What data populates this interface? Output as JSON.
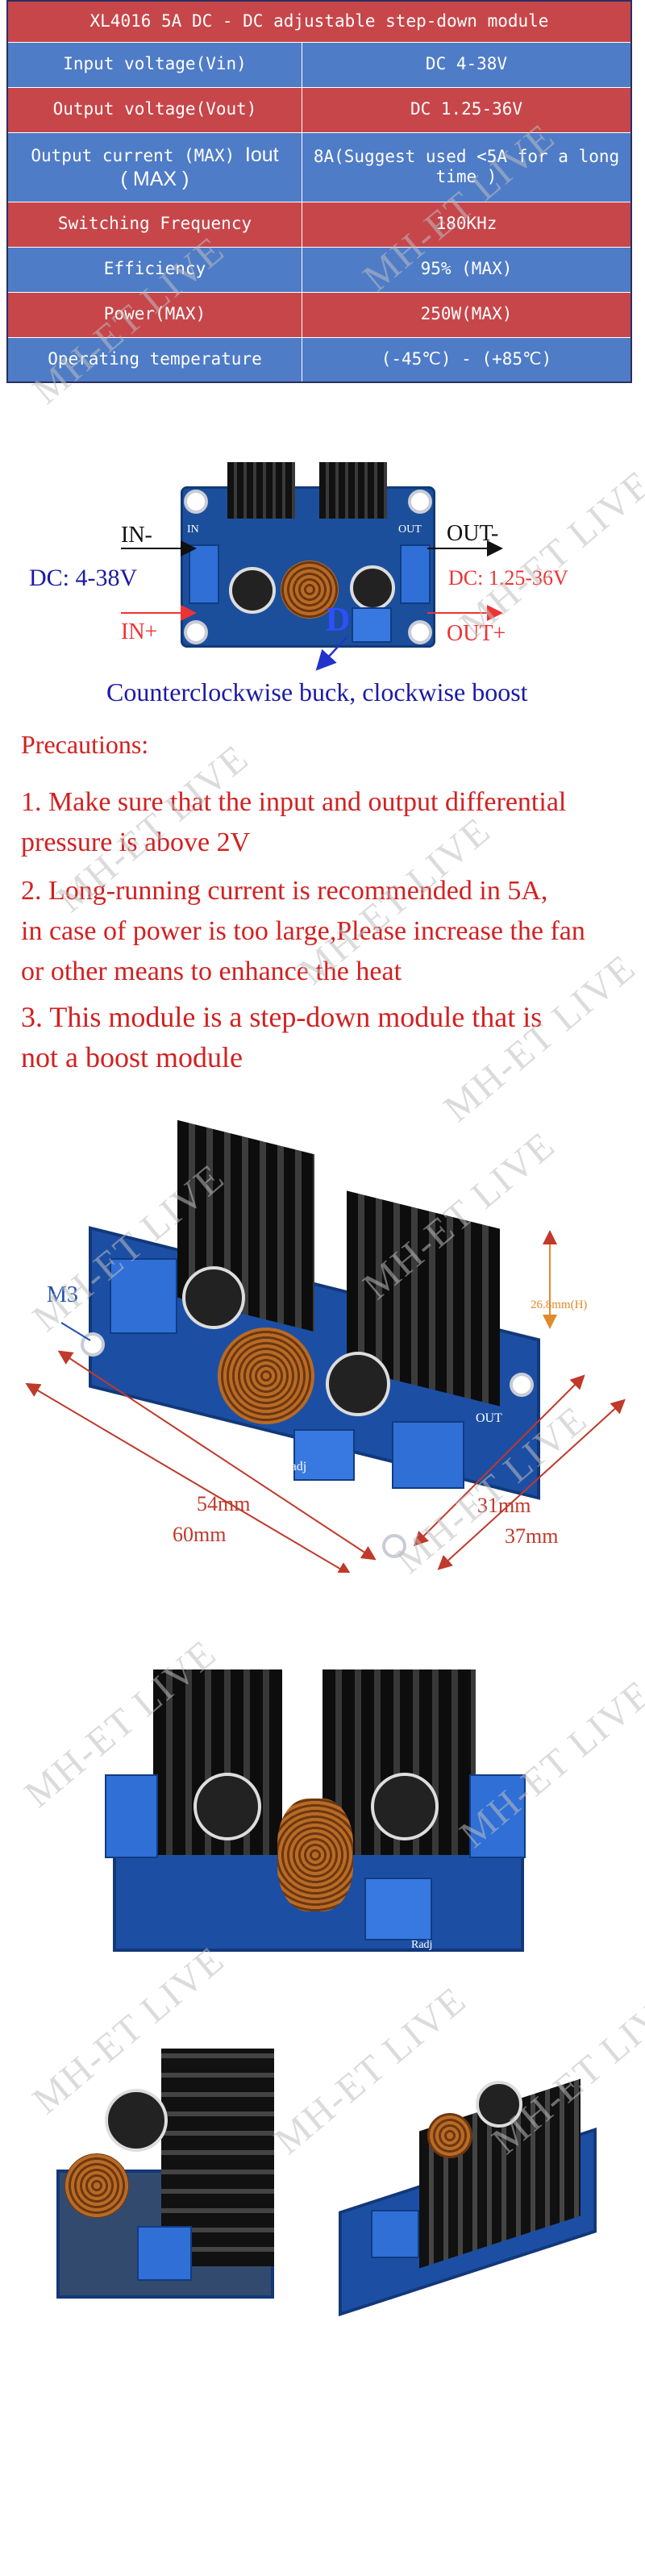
{
  "spec_table": {
    "title": "XL4016  5A DC - DC adjustable step-down module",
    "rows": [
      {
        "label": "Input voltage(Vin)",
        "value": "DC 4-38V"
      },
      {
        "label": "Output voltage(Vout)",
        "value": "DC 1.25-36V"
      },
      {
        "label_a": "Output current (MAX)",
        "label_b": "Iout",
        "label_c": "( MAX )",
        "value": "8A(Suggest used <5A for a long time )"
      },
      {
        "label": "Switching Frequency",
        "value": "180KHz"
      },
      {
        "label": "Efficiency",
        "value": "95% (MAX)"
      },
      {
        "label": "Power(MAX)",
        "value": "250W(MAX)"
      },
      {
        "label": "Operating temperature",
        "value": "(-45℃) - (+85℃)"
      }
    ]
  },
  "watermark": "MH-ET LIVE",
  "wiring": {
    "in_minus": "IN-",
    "in_plus": "IN+",
    "out_minus": "OUT-",
    "out_plus": "OUT+",
    "dc_in": "DC:  4-38V",
    "dc_out": "DC:  1.25-36V",
    "board_in": "IN",
    "board_out": "OUT",
    "caption": "Counterclockwise buck, clockwise boost"
  },
  "precautions": {
    "heading": "Precautions:",
    "items": [
      "1. Make sure that the input and output differential\npressure is above 2V",
      "2. Long-running current is recommended in 5A,\nin case of power is too large,Please increase the fan\nor other means to enhance the heat",
      "3. This module is a step-down module that is\nnot a boost module"
    ]
  },
  "dimensions": {
    "hole": "M3",
    "height": "26.8mm(H)",
    "len_inner": "54mm",
    "len_outer": "60mm",
    "wid_inner": "31mm",
    "wid_outer": "37mm",
    "board_out": "OUT",
    "adj": "Radj"
  },
  "photo_labels": {
    "adj": "Radj"
  },
  "colors": {
    "table_red": "#c7464a",
    "table_blue": "#4f7cc7",
    "pcb_blue": "#1c4fa3",
    "precaution_red": "#d32020",
    "caption_blue": "#1a1aa6"
  }
}
